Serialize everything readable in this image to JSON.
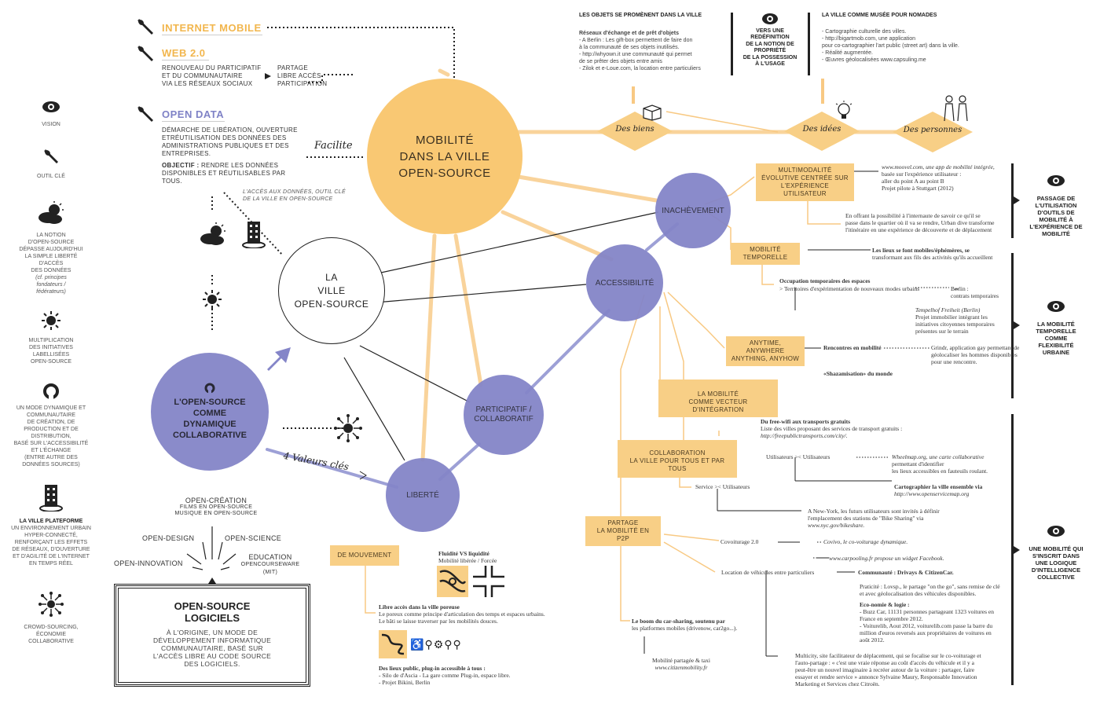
{
  "left_legend": {
    "vision": "VISION",
    "outil": "OUTIL CLÉ",
    "notion": [
      "LA NOTION",
      "D'OPEN-SOURCE",
      "DÉPASSE AUJOURD'HUI",
      "LA SIMPLE LIBERTÉ",
      "D'ACCÈS",
      "DES DONNÉES"
    ],
    "notion_ref": "(cf. principes fondateurs / fédérateurs)",
    "multiplication": [
      "MULTIPLICATION",
      "DES INITIATIVES",
      "LABELLISÉES",
      "OPEN-SOURCE"
    ],
    "mode": [
      "UN MODE DYNAMIQUE ET",
      "COMMUNAUTAIRE",
      "DE CRÉATION, DE",
      "PRODUCTION ET DE",
      "DISTRIBUTION,",
      "BASÉ SUR L'ACCESSIBILITÉ",
      "ET L'ÉCHANGE",
      "(ENTRE AUTRE DES",
      "DONNÉES SOURCES)"
    ],
    "plateforme_title": "LA VILLE PLATEFORME",
    "plateforme": [
      "UN ENVIRONNEMENT URBAIN",
      "HYPER-CONNECTÉ,",
      "RENFORÇANT LES EFFETS",
      "DE RÉSEAUX, D'OUVERTURE",
      "ET D'AGILITÉ DE L'INTERNET",
      "EN TEMPS RÉEL"
    ],
    "crowd": [
      "CROWD-SOURCING,",
      "ÉCONOMIE",
      "COLLABORATIVE"
    ]
  },
  "top_left": {
    "internet_mobile": "INTERNET MOBILE",
    "web20": "WEB 2.0",
    "web20_desc": [
      "RENOUVEAU DU PARTICIPATIF",
      "ET DU COMMUNAUTAIRE",
      "VIA LES RÉSEAUX SOCIAUX"
    ],
    "partage": [
      "PARTAGE",
      "LIBRE ACCÈS",
      "PARTICIPATION"
    ],
    "open_data": "OPEN DATA",
    "open_data_desc": [
      "DÉMARCHE DE LIBÉRATION, OUVERTURE",
      "ETRÉUTILISATION DES DONNÉES DES",
      "ADMINISTRATIONS PUBLIQUES ET DES",
      "ENTREPRISES."
    ],
    "objectif_label": "OBJECTIF :",
    "objectif": [
      "RENDRE LES DONNÉES",
      "DISPONIBLES ET RÉUTILISABLES PAR",
      "TOUS."
    ],
    "facilite": "Facilite",
    "acces": [
      "L'ACCÈS AUX DONNÉES, OUTIL CLÉ",
      "DE LA VILLE EN OPEN-SOURCE"
    ]
  },
  "circles": {
    "mobilite": [
      "MOBILITÉ",
      "DANS LA VILLE",
      "OPEN-SOURCE"
    ],
    "ville": [
      "LA",
      "VILLE",
      "OPEN-SOURCE"
    ],
    "open_source": [
      "L'OPEN-SOURCE",
      "COMME",
      "DYNAMIQUE",
      "COLLABORATIVE"
    ],
    "inachevement": "INACHÈVEMENT",
    "accessibilite": "ACCESSIBILITÉ",
    "participatif": [
      "PARTICIPATIF /",
      "COLLABORATIF"
    ],
    "liberte": "LIBERTÉ"
  },
  "valeurs": "4 Valeurs clés",
  "bottom_left": {
    "open_creation": "OPEN-CRÉATION",
    "creation_sub": [
      "FILMS EN OPEN-SOURCE",
      "MUSIQUE EN OPEN-SOURCE"
    ],
    "open_design": "OPEN-DESIGN",
    "open_science": "OPEN-SCIENCE",
    "education": "EDUCATION",
    "education_sub": "OPENCOURSEWARE (MIT)",
    "open_innovation": "OPEN-INNOVATION",
    "box_title": [
      "OPEN-SOURCE",
      "LOGICIELS"
    ],
    "box_desc": [
      "À L'ORIGINE, UN MODE DE",
      "DÉVELOPPEMENT INFORMATIQUE",
      "COMMUNAUTAIRE, BASÉ SUR",
      "L'ACCÈS LIBRE AU CODE SOURCE",
      "DES LOGICIELS."
    ]
  },
  "top": {
    "objets_title": "LES OBJETS SE PROMÈNENT DANS LA VILLE",
    "objets_sub": "Réseaux d'échange et de prêt d'objets",
    "objets_lines": [
      "- A Berlin : Les gift-box permettent de faire don",
      "  à la communauté de ses objets inutilisés.",
      "- http://whyown.it une communauté qui permet",
      "  de se prêter des objets entre amis",
      "- Zilok et e-Loue.com, la location entre particuliers"
    ],
    "vers": [
      "VERS UNE",
      "REDÉFINITION",
      "DE LA NOTION DE",
      "PROPRIÉTÉ",
      "DE LA POSSESSION",
      "À L'USAGE"
    ],
    "musee_title": "LA VILLE COMME MUSÉE POUR NOMADES",
    "musee_lines": [
      "- Cartographie culturelle des villes.",
      "- http://bigartmob.com, une application",
      "  pour co-cartographier l'art public (street art) dans la ville.",
      "- Réalité augmentée.",
      "- Œuvres géolocalisées www.capsuling.me"
    ],
    "biens": "Des biens",
    "idees": "Des idées",
    "personnes": "Des personnes"
  },
  "tags": {
    "multimodalite": [
      "MULTIMODALITÉ",
      "ÉVOLUTIVE CENTRÉE SUR",
      "L'EXPÉRIENCE UTILISATEUR"
    ],
    "mobilite_temp": [
      "MOBILITÉ",
      "TEMPORELLE"
    ],
    "anytime": [
      "ANYTIME, ANYWHERE",
      "ANYTHING, ANYHOW"
    ],
    "vecteur": [
      "LA MOBILITÉ",
      "COMME VECTEUR D'INTÉGRATION"
    ],
    "collaboration": [
      "COLLABORATION",
      "LA VILLE POUR TOUS ET PAR TOUS"
    ],
    "partage_p2p": [
      "PARTAGE",
      "LA MOBILITÉ EN P2P"
    ],
    "mouvement": "DE MOUVEMENT"
  },
  "notes": {
    "moovel": [
      "www.moovel.com, une app de mobilité intégrée,",
      "basée sur l'expérience utilisateur :",
      "aller du point A au point B",
      "Projet pilote à Stuttgart (2012)"
    ],
    "urban": [
      "En offrant la possibilité à l'internaute de savoir ce qu'il se",
      "passe dans le quartier où il va se rendre, Urban dive transforme",
      "l'itinéraire en une expérience de découverte et de déplacement"
    ],
    "lieux": [
      "Les lieux se font mobiles/éphémères, se",
      "transformant aux fils des activités qu'ils accueillent"
    ],
    "occupation": "Occupation temporaires des espaces",
    "territoires": "> Territoires d'expérimentation de nouveaux modes urbains",
    "berlin": [
      "Berlin :",
      "contrats temporaires"
    ],
    "tempelhof": [
      "Tempelhof Freiheit (Berlin)",
      "Projet immobilier intégrant les",
      "initiatives citoyennes temporaires",
      "présentes sur le terrain"
    ],
    "rencontres": "Rencontres en mobilité",
    "grindr": [
      "Grindr, application gay permettant de",
      "géolocaliser les hommes disponibles",
      "pour une rencontre."
    ],
    "shazam": "«Shazamisation» du monde",
    "free_wifi": [
      "Du free-wifi aux transports gratuits",
      "Liste des villes proposant des services de transport gratuits :",
      "http://freepublictransports.com/city/."
    ],
    "utilisateurs": "Utilisateurs >< Utilisateurs",
    "wheelmap": [
      "Wheelmap.org, une carte collaborative",
      "permettant d'identifier",
      "les lieux accessibles en fauteuils roulant."
    ],
    "cartographier": [
      "Cartographier la ville ensemble via",
      "http://www.openservicemap.org"
    ],
    "service": "Service >< Utilisateurs",
    "newyork": [
      "A New-York, les futurs utilisateurs sont invités à définir",
      "l'emplacement des stations de \"Bike Sharing\" via",
      "www.nyc.gov/bikeshare."
    ],
    "covoiturage": "Covoiturage 2.0",
    "covivo": "Covivo, le co-voiturage dynamique.",
    "carpooling": "www.carpooling.fr propose un widget Facebook.",
    "location": "Location de véhicules entre particuliers",
    "communaute": "Communauté : Drivays & CitizenCar.",
    "praticite": [
      "Praticité : Lovsp., le partage \"on the go\", sans remise de clé",
      "et avec géolocalisation des véhicules disponibles."
    ],
    "economie": [
      "Eco-nomie & logie :",
      "- Buzz Car, 11131 personnes partageant 1323 voitures en",
      "  France en septembre 2012.",
      "- Voiturelib, Aout 2012, voiturelib.com passe la barre du",
      "  million d'euros reversés aux propriétaires de voitures en",
      "  août 2012."
    ],
    "multicity": [
      "Multicity, site facilitateur de déplacement, qui se focalise sur le co-voiturage et",
      "l'auto-partage : « c'est une vraie réponse au coût d'accès du véhicule et il y a",
      "peut-être un nouvel imaginaire à recréer autour de la voiture : partager, faire",
      "essayer et rendre service » annonce Sylvaine Maury, Responsable Innovation",
      "Marketing et Services chez Citroën."
    ],
    "carsharing": [
      "Le boom du car-sharing, soutenu par",
      "les platformes mobiles (drivenow, car2go...)."
    ],
    "mobilite_taxi": [
      "Mobilité partagée & taxi",
      "www.citizenmobility.fr"
    ],
    "fluidite": [
      "Fluidité VS liquidité",
      "Mobilité libérée / Forcée"
    ],
    "libre_acces": [
      "Libre accès dans la ville poreuse",
      "Le poreux comme principe d'articulation des temps et espaces urbains.",
      "Le bâti se laisse traverser par les mobilités douces."
    ],
    "lieux_publics": [
      "Des lieux public, plug-in accessible à tous :",
      "- Silo de d'Ascia - La gare comme Plug-in, espace libre.",
      "- Projet Bikini, Berlin"
    ]
  },
  "right_col": {
    "passage": [
      "PASSAGE DE",
      "L'UTILISATION",
      "D'OUTILS DE",
      "MOBILITÉ À",
      "L'EXPÉRIENCE DE",
      "MOBILITÉ"
    ],
    "temporelle": [
      "LA MOBILITÉ",
      "TEMPORELLE",
      "COMME",
      "FLEXIBILITÉ",
      "URBAINE"
    ],
    "intelligence": [
      "UNE MOBILITÉ QUI",
      "S'INSCRIT DANS",
      "UNE LOGIQUE",
      "D'INTELLIGENCE",
      "COLLECTIVE"
    ]
  }
}
